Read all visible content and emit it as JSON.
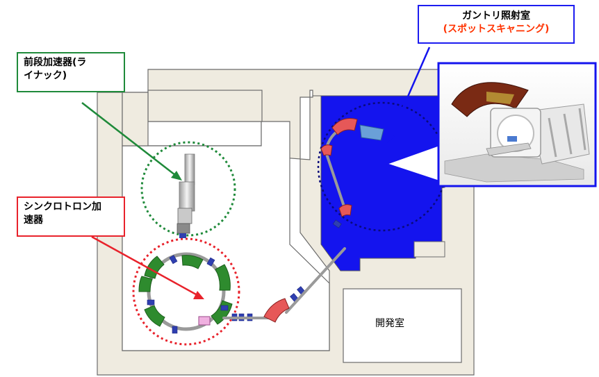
{
  "labels": {
    "linac_line1": "前段加速器(ラ",
    "linac_line2": "イナック)",
    "synchrotron_line1": "シンクロトロン加",
    "synchrotron_line2": "速器",
    "gantry_title": "ガントリ照射室",
    "gantry_subtitle": "(スポットスキャニング)",
    "dev_room": "開発室"
  },
  "colors": {
    "wall": "#efebe0",
    "wall_edge": "#6b6b6b",
    "gantry_room": "#1414ee",
    "linac_marker": "#1f8a3a",
    "synchrotron_marker": "#e8222b",
    "gantry_marker": "#1c1cf0",
    "bending_magnet": "#2e8b2e",
    "gantry_magnet": "#e65858",
    "quadrupole": "#2f3fb0"
  }
}
